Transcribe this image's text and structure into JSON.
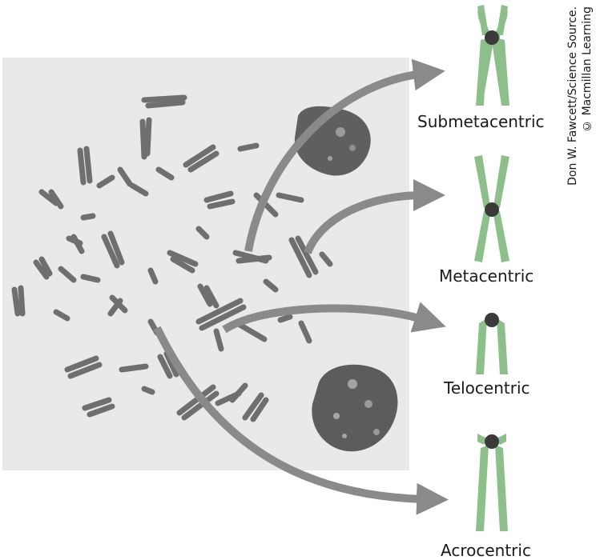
{
  "figure": {
    "colors": {
      "chromosome_green": "#8dbf8b",
      "centromere": "#3a3a3a",
      "arrow_gray": "#8a8a8a",
      "micrograph_bg": "#e9e9e7",
      "micrograph_chromosome": "#6f6f6f"
    },
    "types": [
      {
        "label": "Submetacentric"
      },
      {
        "label": "Metacentric"
      },
      {
        "label": "Telocentric"
      },
      {
        "label": "Acrocentric"
      }
    ],
    "credit": {
      "line1": "Don W. Fawcett/Science Source.",
      "line2": "© Macmillan Learning"
    }
  }
}
